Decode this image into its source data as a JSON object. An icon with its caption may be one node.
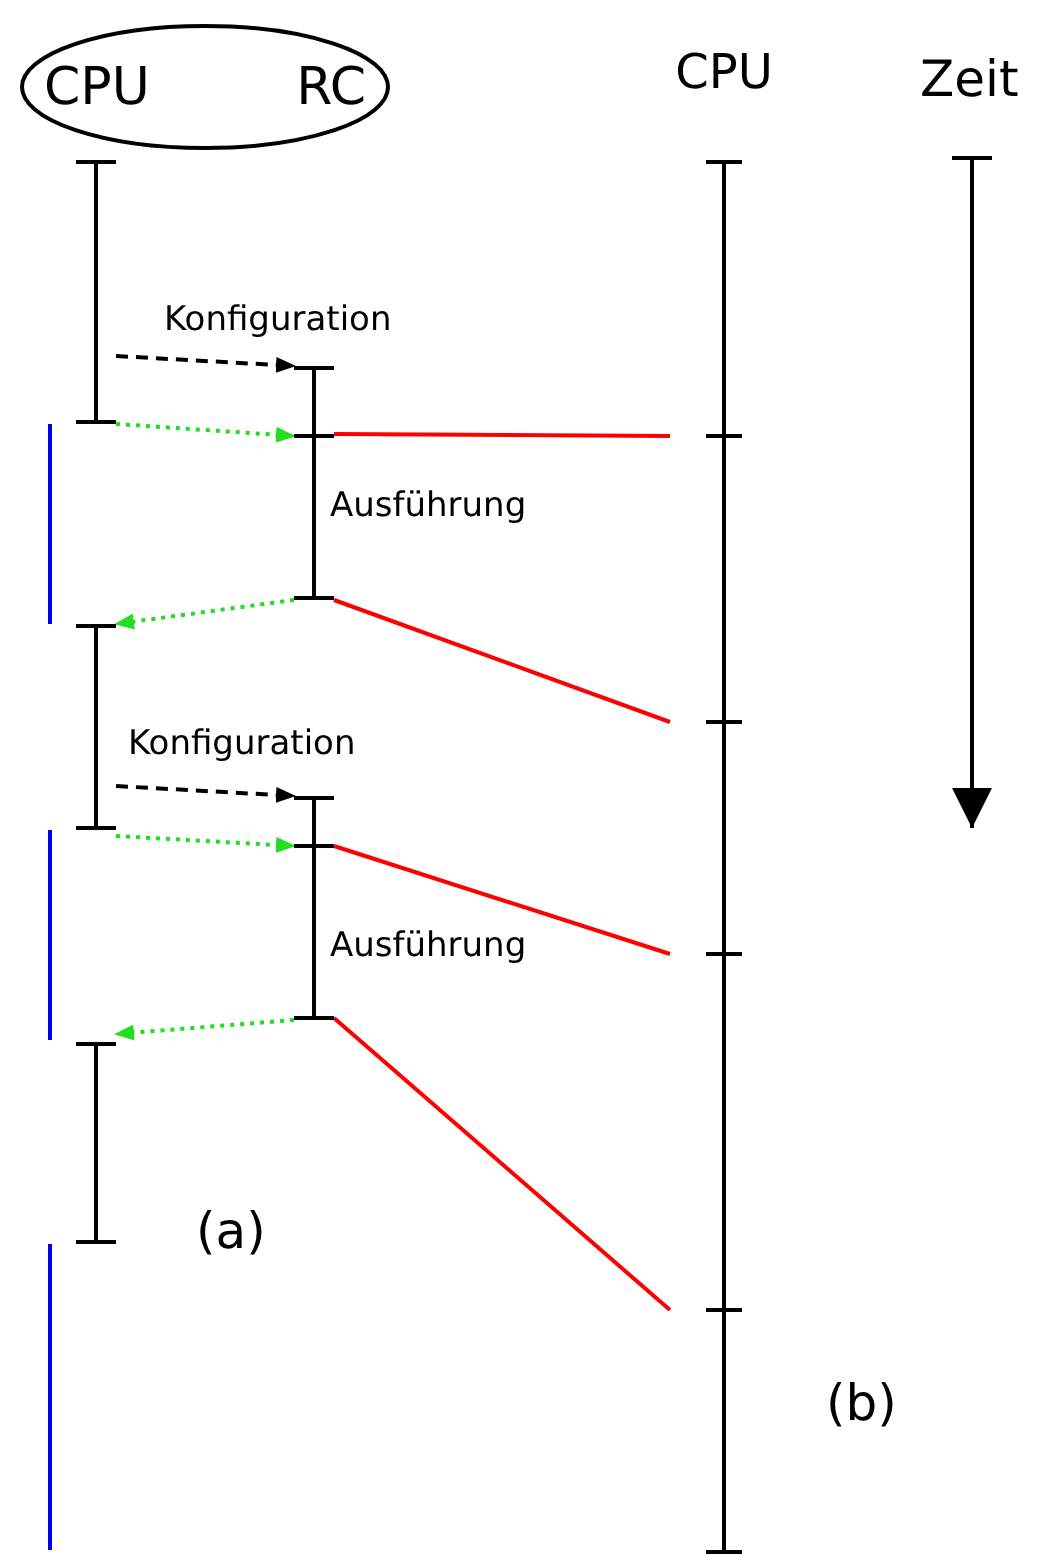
{
  "diagram": {
    "nodes": [
      {
        "text": [
          "CPU",
          "RC"
        ]
      },
      {
        "text": [],
        "shape": "bar"
      },
      {
        "text": [],
        "shape": "bar",
        "beside": [
          "Ausführung"
        ]
      },
      {
        "text": [],
        "shape": "bar"
      },
      {
        "text": [],
        "shape": "bar",
        "beside": [
          "Ausführung"
        ]
      },
      {
        "text": [],
        "shape": "bar"
      },
      {
        "text": [
          "CPU"
        ]
      }
    ],
    "edges": [
      {
        "from": 1,
        "to": 2,
        "arrow": "to",
        "style": "dashed",
        "color": "#000000",
        "label": "Konfiguration"
      },
      {
        "from": 1,
        "to": 2,
        "arrow": "to",
        "style": "dashed",
        "color": "#22dd22"
      },
      {
        "from": 2,
        "to": 3,
        "arrow": "to",
        "style": "dashed",
        "color": "#22dd22"
      },
      {
        "from": 3,
        "to": 4,
        "arrow": "to",
        "style": "dashed",
        "color": "#000000",
        "label": "Konfiguration"
      },
      {
        "from": 3,
        "to": 4,
        "arrow": "to",
        "style": "dashed",
        "color": "#22dd22"
      },
      {
        "from": 4,
        "to": 5,
        "arrow": "to",
        "style": "dashed",
        "color": "#22dd22"
      },
      {
        "from": 2,
        "to": 6,
        "arrow": "none",
        "color": "#ff0000"
      },
      {
        "from": 2,
        "to": 6,
        "arrow": "none",
        "color": "#ff0000"
      },
      {
        "from": 4,
        "to": 6,
        "arrow": "none",
        "color": "#ff0000"
      },
      {
        "from": 4,
        "to": 6,
        "arrow": "none",
        "color": "#ff0000"
      }
    ],
    "labels": [
      "Zeit",
      "(a)",
      "(b)"
    ]
  }
}
